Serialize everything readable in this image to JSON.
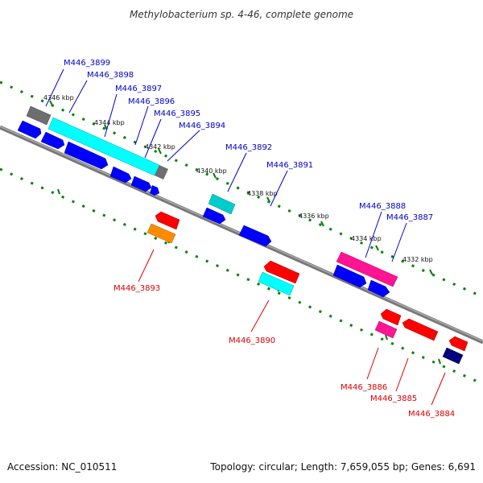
{
  "title": "Methylobacterium sp. 4-46, complete genome",
  "accession": "Accession: NC_010511",
  "topology": "Topology: circular; Length: 7,659,055 bp; Genes: 6,691",
  "ticks": [
    "4346 kbp",
    "4344 kbp",
    "4342 kbp",
    "4340 kbp",
    "4338 kbp",
    "4336 kbp",
    "4334 kbp",
    "4332 kbp"
  ],
  "forward_genes": [
    {
      "name": "M446_3899",
      "color": "#6e6e6e"
    },
    {
      "name": "M446_3898",
      "color": "#00ffff"
    },
    {
      "name": "M446_3897",
      "color": "#0000ff"
    },
    {
      "name": "M446_3896",
      "color": "#0000ff"
    },
    {
      "name": "M446_3895",
      "color": "#0000ff"
    },
    {
      "name": "M446_3894",
      "color": "#0000ff"
    },
    {
      "name": "M446_3892",
      "color": "#0000ff"
    },
    {
      "name": "M446_3891",
      "color": "#0000ff"
    },
    {
      "name": "M446_3888",
      "color": "#ff1493"
    },
    {
      "name": "M446_3887",
      "color": "#0000ff"
    }
  ],
  "reverse_genes": [
    {
      "name": "M446_3893",
      "color": "#ff8c00"
    },
    {
      "name": "M446_3890",
      "color": "#00ffff"
    },
    {
      "name": "M446_3886",
      "color": "#ff1493"
    },
    {
      "name": "M446_3885",
      "color": "#ff0000"
    },
    {
      "name": "M446_3884",
      "color": "#000080"
    }
  ],
  "colors": {
    "forward_label": "#0000cc",
    "reverse_label": "#dd0000",
    "backbone": "#808080",
    "ticks": "#008000"
  }
}
